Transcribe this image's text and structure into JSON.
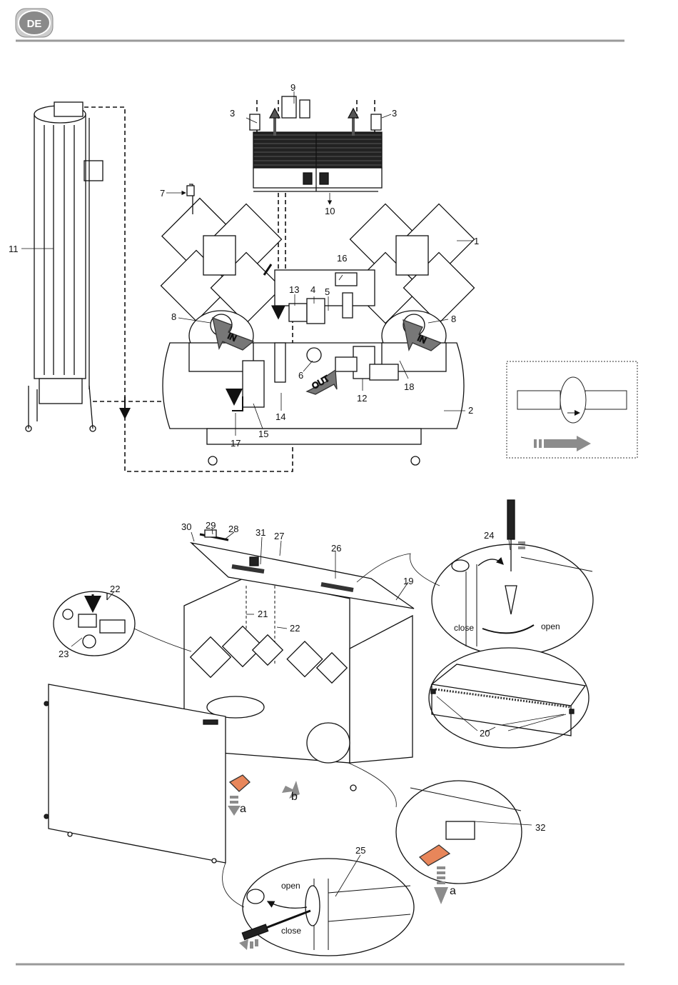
{
  "header": {
    "language_badge": "DE"
  },
  "top_diagram": {
    "callouts": [
      "1",
      "2",
      "3",
      "3",
      "4",
      "5",
      "6",
      "7",
      "8",
      "8",
      "9",
      "10",
      "11",
      "12",
      "13",
      "14",
      "15",
      "16",
      "17",
      "18"
    ],
    "arrow_labels": {
      "in_left": "IN",
      "in_right": "IN",
      "out": "OUT"
    }
  },
  "bottom_diagram": {
    "callouts": [
      "19",
      "20",
      "21",
      "22",
      "22",
      "23",
      "24",
      "25",
      "26",
      "27",
      "28",
      "29",
      "30",
      "31",
      "32"
    ],
    "letters": {
      "a1": "a",
      "b": "b",
      "a2": "a"
    },
    "valve_top": {
      "close": "close",
      "open": "open"
    },
    "valve_bottom": {
      "open": "open",
      "close": "close"
    }
  },
  "colors": {
    "badge": "#8a8a8a",
    "rule": "#9a9a9a",
    "dark": "#1a1a1a",
    "grey_arrow": "#8c8c8c",
    "hand": "#e8865a"
  }
}
